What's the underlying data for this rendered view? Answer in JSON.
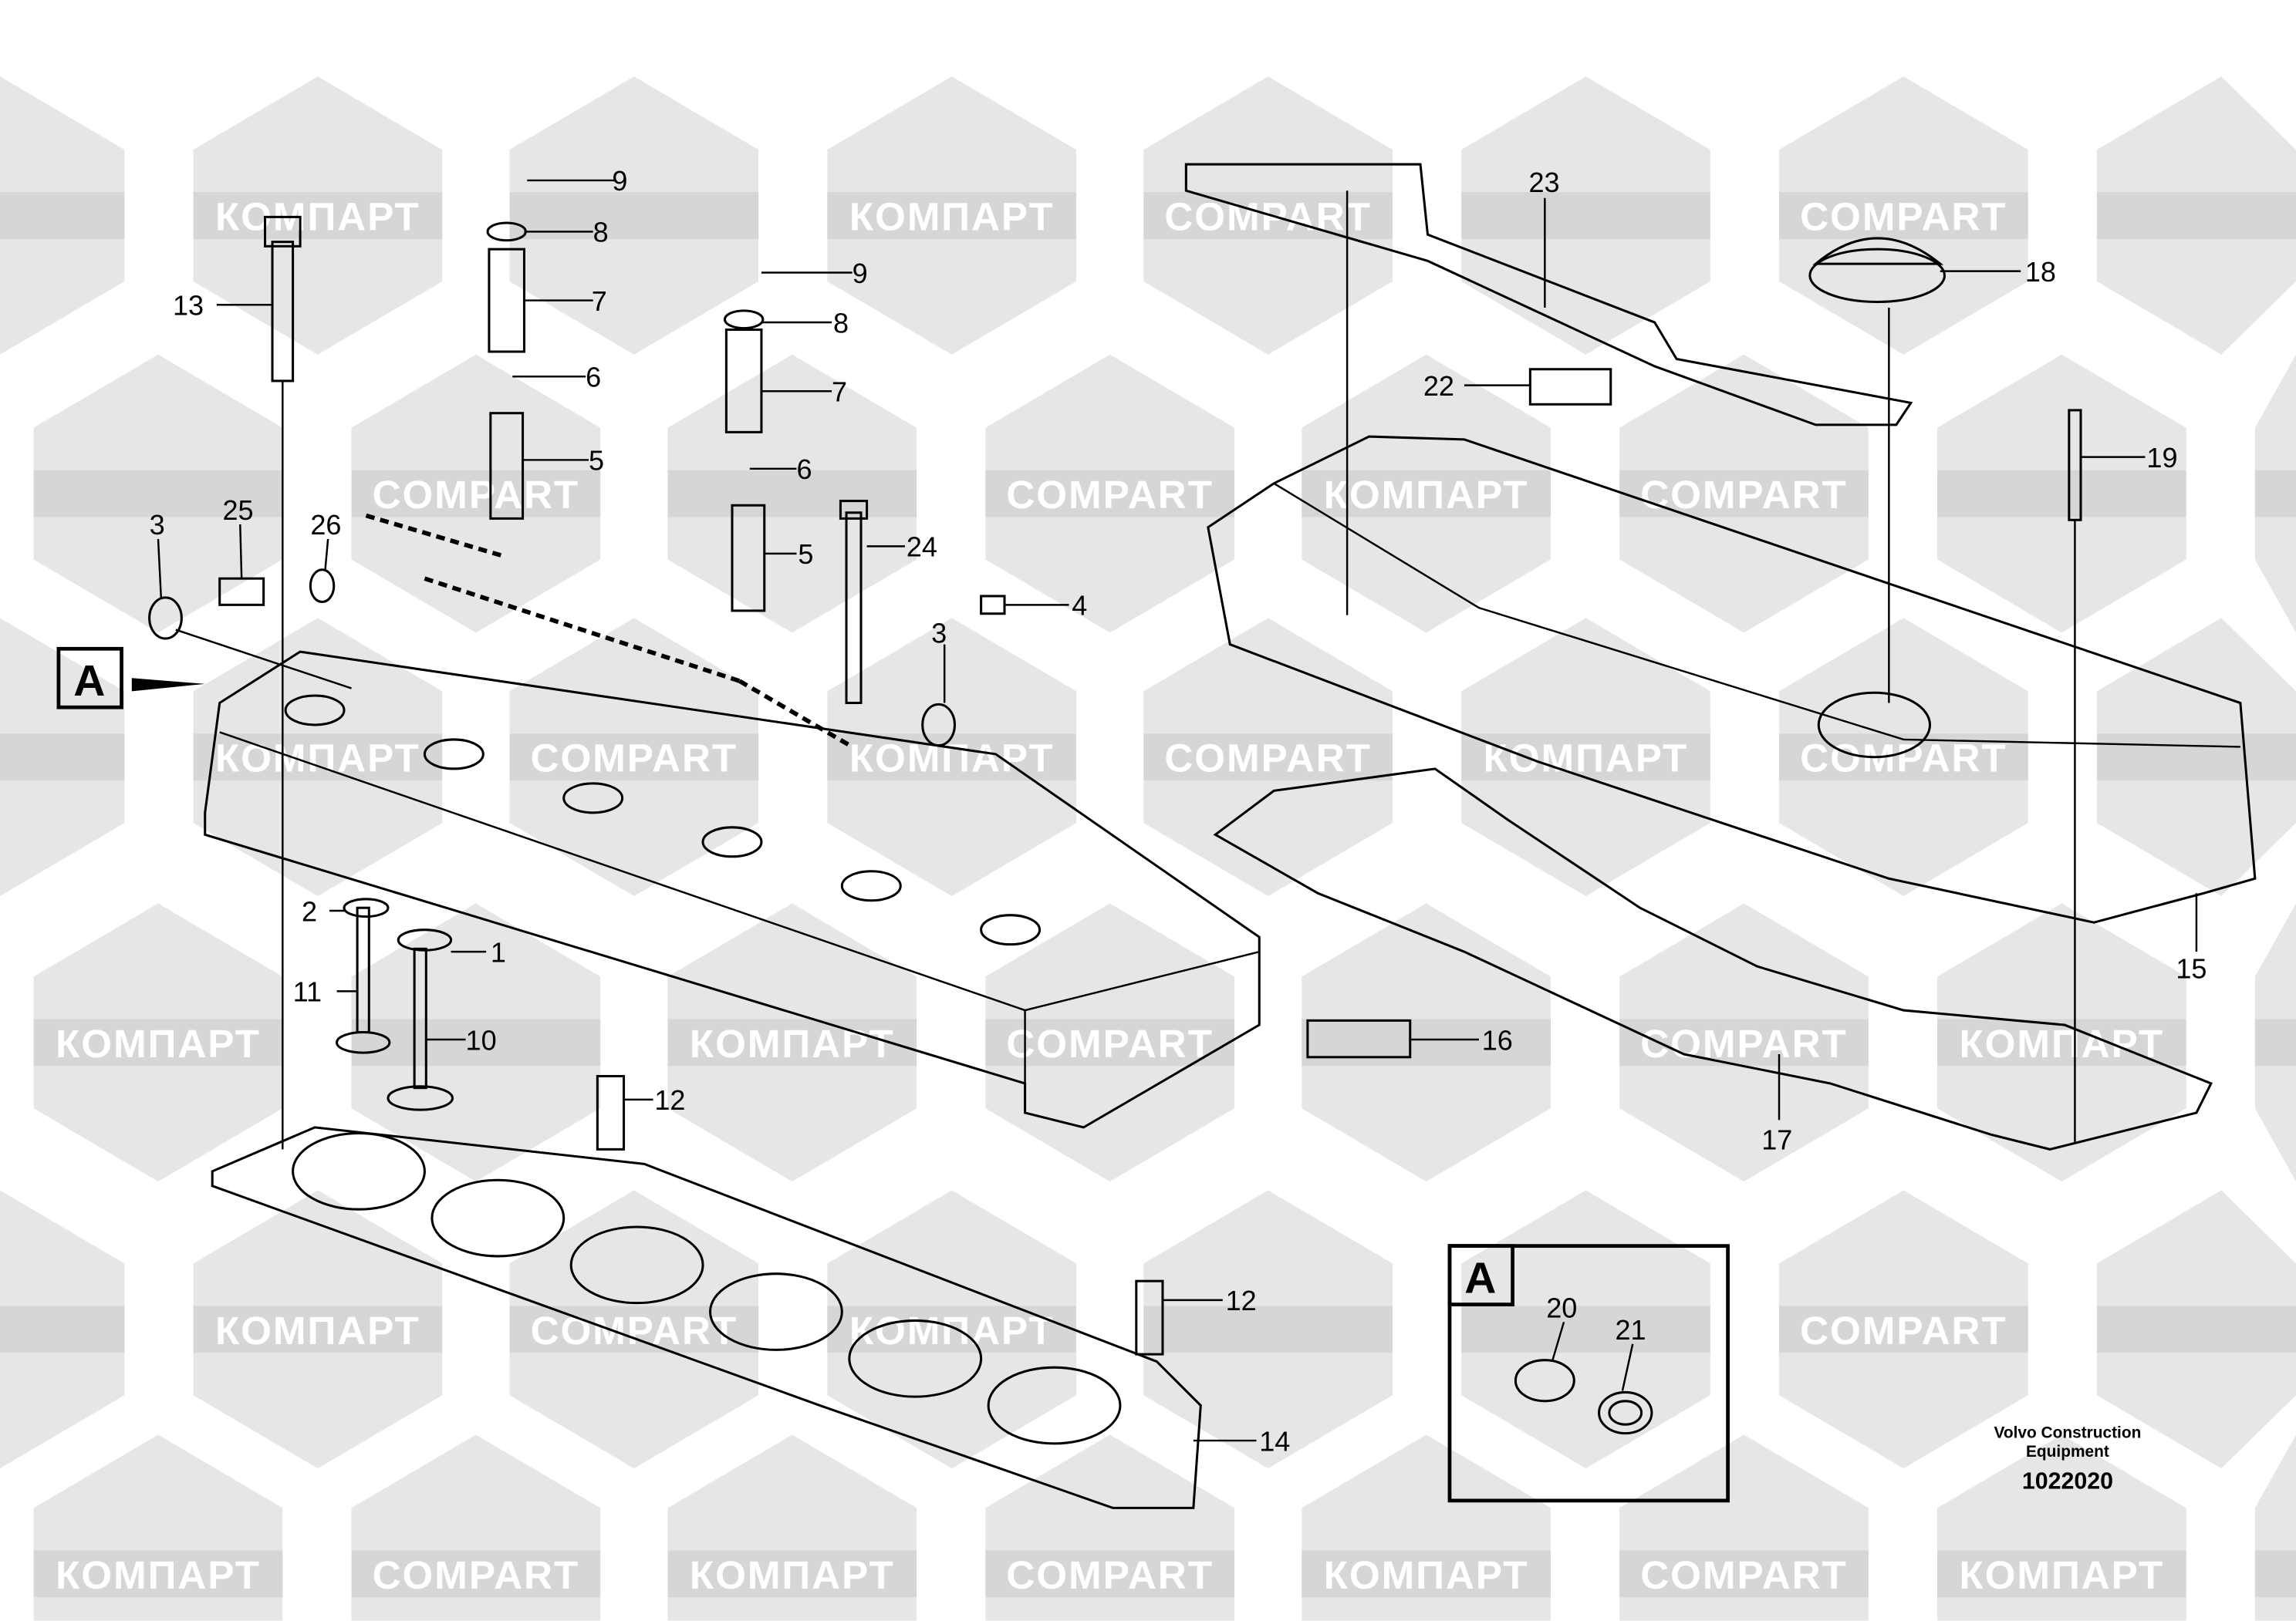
{
  "watermark": {
    "latin": "COMPART",
    "cyrillic": "КОМПАРТ"
  },
  "callouts": {
    "a_main": "A",
    "a_inset": "A",
    "p1": "1",
    "p2": "2",
    "p3a": "3",
    "p3b": "3",
    "p4": "4",
    "p5a": "5",
    "p5b": "5",
    "p6a": "6",
    "p6b": "6",
    "p7a": "7",
    "p7b": "7",
    "p8a": "8",
    "p8b": "8",
    "p9a": "9",
    "p9b": "9",
    "p10": "10",
    "p11": "11",
    "p12a": "12",
    "p12b": "12",
    "p13": "13",
    "p14": "14",
    "p15": "15",
    "p16": "16",
    "p17": "17",
    "p18": "18",
    "p19": "19",
    "p20": "20",
    "p21": "21",
    "p22": "22",
    "p23": "23",
    "p24": "24",
    "p25": "25",
    "p26": "26"
  },
  "footer": {
    "brand_line1": "Volvo Construction",
    "brand_line2": "Equipment",
    "drawing_number": "1022020"
  }
}
